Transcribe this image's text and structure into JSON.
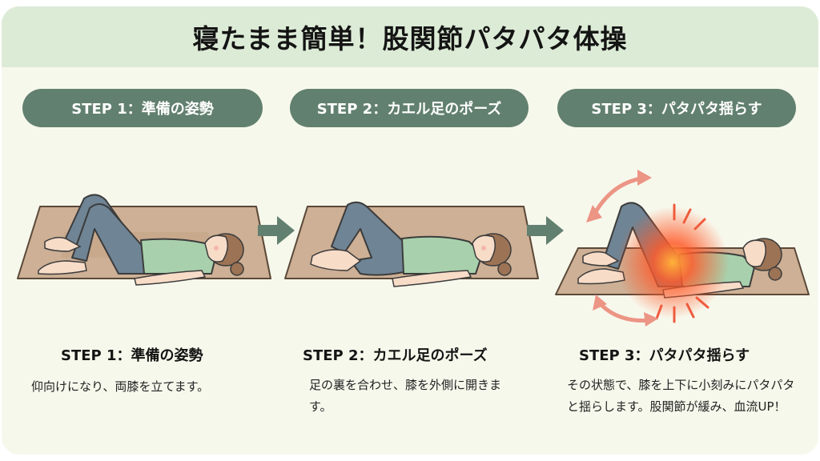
{
  "title": "寝たまま簡単！股関節パタパタ体操",
  "colors": {
    "header_bg": "#dcebd6",
    "body_bg": "#f7f8ec",
    "accent": "#62806f",
    "pants": "#6f8494",
    "shirt": "#a8d0ac",
    "skin": "#f7dcc8",
    "hair": "#9c7355",
    "mat": "#cdb095",
    "motion_arrow": "#ec9585",
    "glow": "#ff5a2a"
  },
  "steps": [
    {
      "pill_label": "STEP 1：準備の姿勢",
      "title": "STEP 1：準備の姿勢",
      "description": "仰向けになり、両膝を立てます。",
      "illustration": "lying-knees-up"
    },
    {
      "pill_label": "STEP 2：カエル足のポーズ",
      "title": "STEP 2：カエル足のポーズ",
      "description": "足の裏を合わせ、膝を外側に開きます。",
      "illustration": "frog-legs-pose"
    },
    {
      "pill_label": "STEP 3：パタパタ揺らす",
      "title": "STEP 3：パタパタ揺らす",
      "description": "その状態で、膝を上下に小刻みにパタパタと揺らします。股関節が緩み、血流UP！",
      "illustration": "knee-flapping-hip-glow"
    }
  ],
  "connectors": [
    "right-arrow-icon",
    "right-arrow-icon"
  ]
}
